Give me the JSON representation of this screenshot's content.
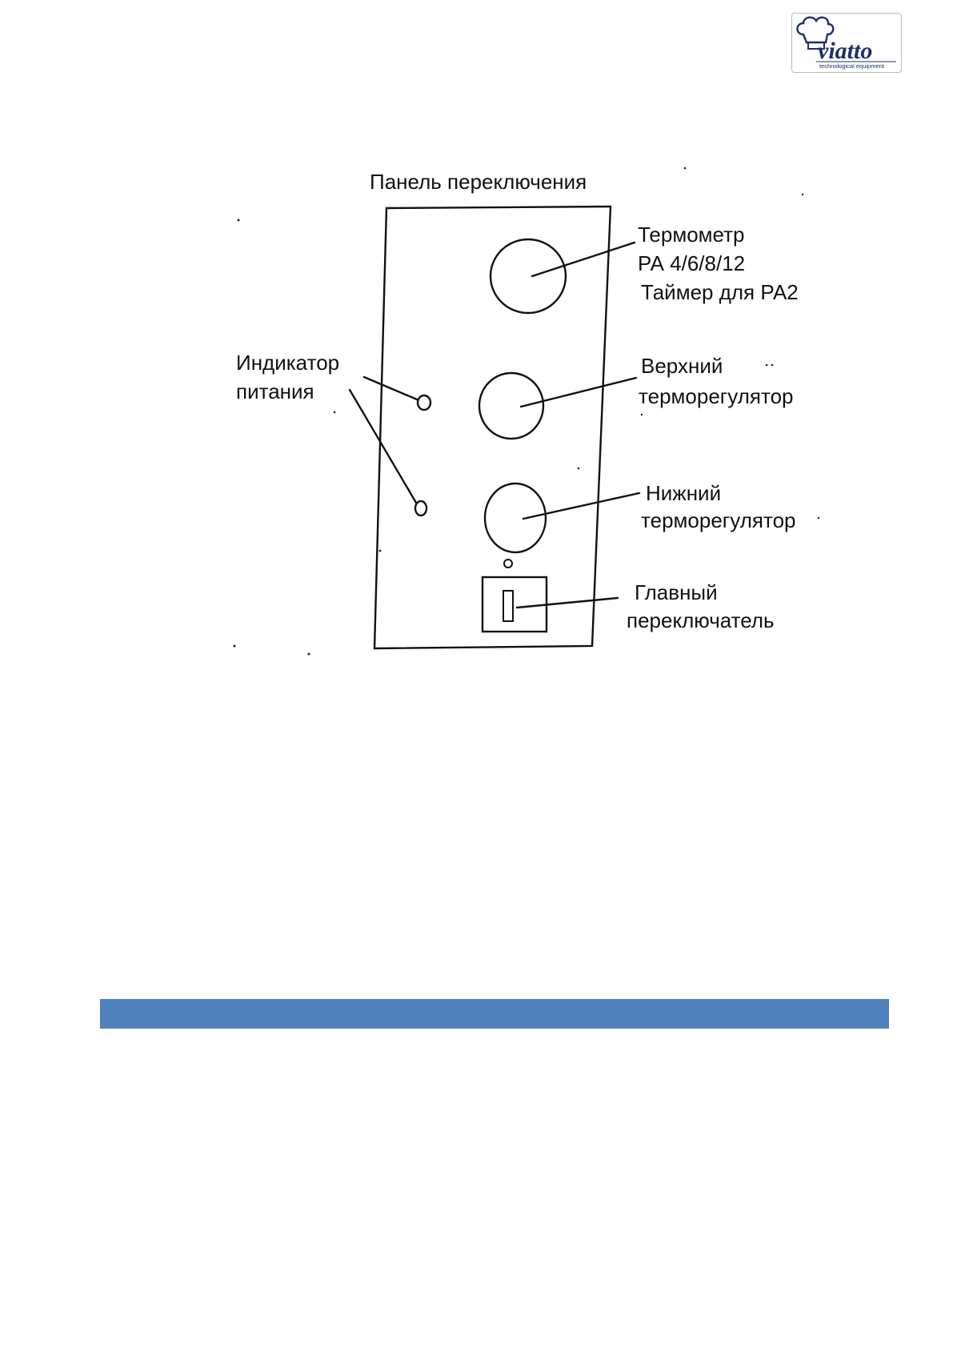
{
  "logo": {
    "name": "viatto",
    "tagline": "technological equipment",
    "brand_color": "#1d2f6b"
  },
  "diagram": {
    "title": "Панель переключения",
    "labels": {
      "thermometer": [
        "Термометр",
        "РА 4/6/8/12",
        "Таймер для РА2"
      ],
      "power_indicator": [
        "Индикатор",
        "питания"
      ],
      "upper_thermostat": [
        "Верхний",
        "терморегулятор"
      ],
      "lower_thermostat": [
        "Нижний",
        "терморегулятор"
      ],
      "main_switch": [
        "Главный",
        "переключатель"
      ]
    },
    "line_color": "#111111"
  },
  "section_band": {
    "color": "#4f81bd"
  }
}
